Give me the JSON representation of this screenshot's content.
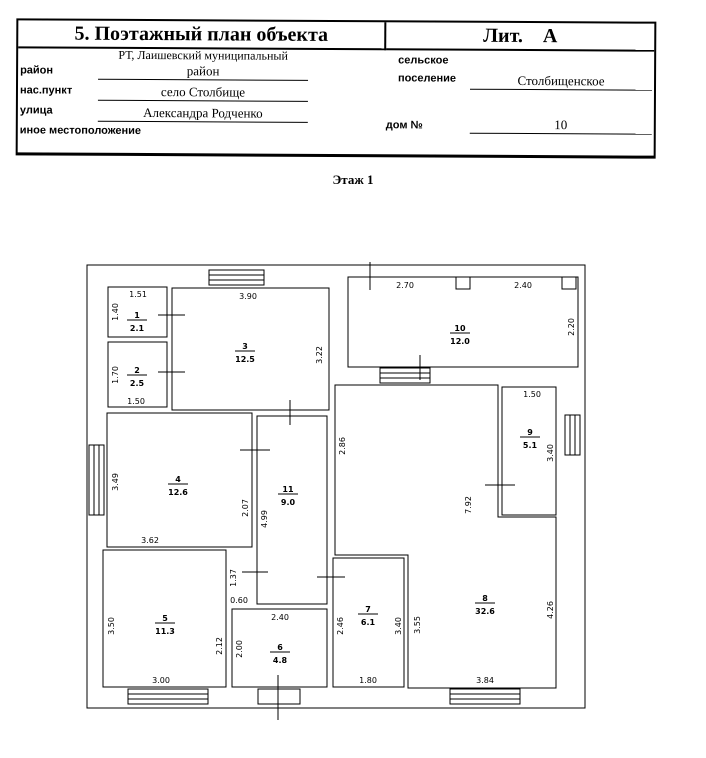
{
  "header": {
    "title": "5. Поэтажный план объекта",
    "lit_label": "Лит.",
    "lit_value": "А",
    "district_label": "район",
    "district_value_1": "РТ, Лаишевский муниципальный",
    "district_value_2": "район",
    "settlement_label": "нас.пункт",
    "settlement_value": "село Столбище",
    "street_label": "улица",
    "street_value": "Александра Родченко",
    "other_label": "иное местоположение",
    "rural_label_1": "сельское",
    "rural_label_2": "поселение",
    "rural_value": "Столбищенское",
    "house_label": "дом №",
    "house_value": "10"
  },
  "floor_label": "Этаж 1",
  "rooms": [
    {
      "num": "1",
      "area": "2.1"
    },
    {
      "num": "2",
      "area": "2.5"
    },
    {
      "num": "3",
      "area": "12.5"
    },
    {
      "num": "4",
      "area": "12.6"
    },
    {
      "num": "5",
      "area": "11.3"
    },
    {
      "num": "6",
      "area": "4.8"
    },
    {
      "num": "7",
      "area": "6.1"
    },
    {
      "num": "8",
      "area": "32.6"
    },
    {
      "num": "9",
      "area": "5.1"
    },
    {
      "num": "10",
      "area": "12.0"
    },
    {
      "num": "11",
      "area": "9.0"
    }
  ],
  "dims": {
    "r1_w": "1.51",
    "r1_h": "1.40",
    "r2_h": "1.70",
    "r2_w": "1.50",
    "r3_w": "3.90",
    "r3_h": "3.22",
    "r10_w1": "2.70",
    "r10_w2": "2.40",
    "r10_h": "2.20",
    "r4_h": "3.49",
    "r4_h2": "2.07",
    "r4_w": "3.62",
    "r11_h": "4.99",
    "r5_h": "3.50",
    "r5_h2": "1.37",
    "r5_w2": "0.60",
    "r5_h3": "2.12",
    "r5_w": "3.00",
    "r6_w": "2.40",
    "r6_h": "2.00",
    "r7_h1": "2.46",
    "r7_h2": "3.40",
    "r7_w": "1.80",
    "r8_h1": "2.86",
    "r8_h2": "7.92",
    "r8_h3": "3.55",
    "r8_h4": "4.26",
    "r8_w": "3.84",
    "r9_w": "1.50",
    "r9_h": "3.40"
  }
}
